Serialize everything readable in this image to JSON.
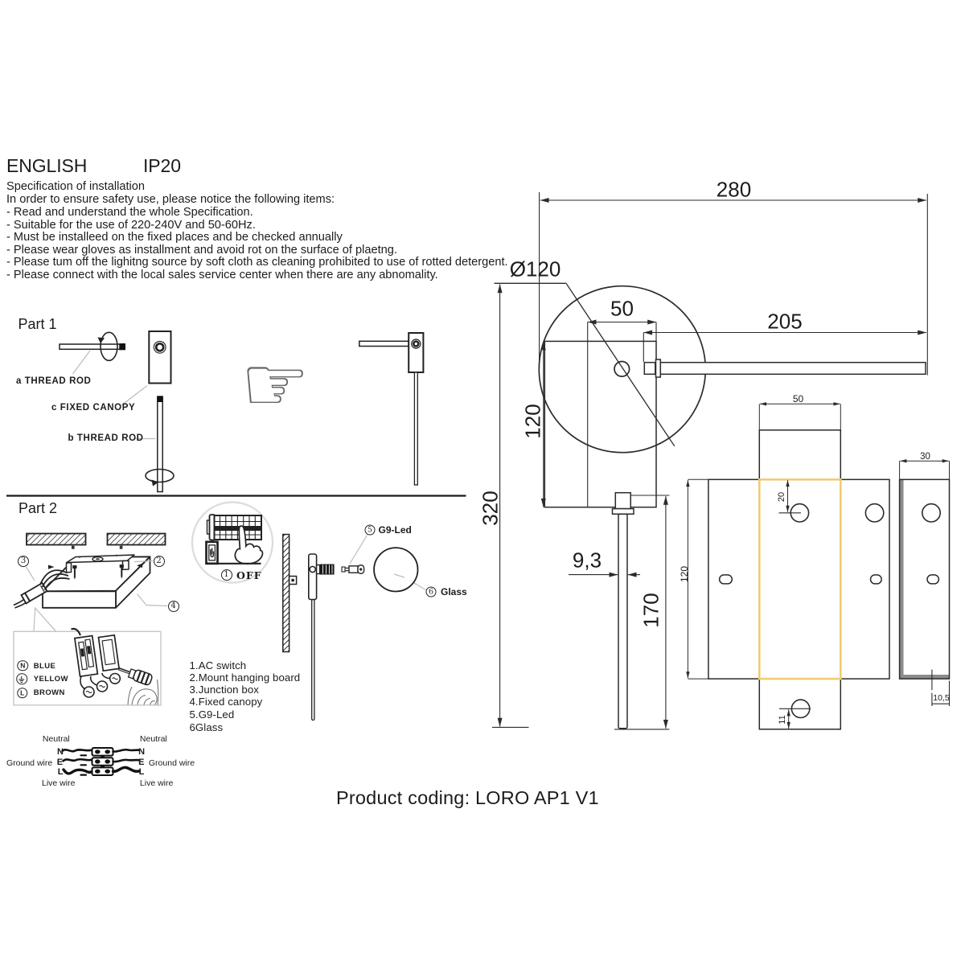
{
  "header": {
    "language": "ENGLISH",
    "ip_rating": "IP20"
  },
  "spec": {
    "title": "Specification of installation",
    "intro": "In order to ensure safety use, please notice the following items:",
    "items": [
      "- Read and understand the whole Specification.",
      "- Suitable for the use of 220-240V and 50-60Hz.",
      "- Must be installeed on the fixed places and be checked annually",
      "- Please wear gloves as installment and avoid rot on the surface of plaetng.",
      "- Please tum off the lighitng source by soft cloth as cleaning prohibited to use of rotted detergent.",
      "- Please connect with the local sales service center when there are any abnomality."
    ]
  },
  "part1": {
    "title": "Part 1",
    "label_a": "a THREAD ROD",
    "label_c": "c FIXED CANOPY",
    "label_b": "b THREAD ROD",
    "hand_icon": "☞"
  },
  "part2": {
    "title": "Part 2",
    "step1_number": "1",
    "step1_label": "OFF",
    "callout_2": "2",
    "callout_3": "3",
    "callout_4": "4",
    "callout_5": "5",
    "callout_6": "6",
    "g9_label": "G9-Led",
    "glass_label": "Glass",
    "legend": [
      {
        "symbol": "N",
        "label": "BLUE"
      },
      {
        "symbol": "earth",
        "label": "YELLOW"
      },
      {
        "symbol": "L",
        "label": "BROWN"
      }
    ],
    "parts_list": [
      "1.AC switch",
      "2.Mount hanging board",
      "3.Junction box",
      "4.Fixed canopy",
      "5.G9-Led",
      "6Glass"
    ]
  },
  "wiring": {
    "left": {
      "neutral": "Neutral",
      "n": "N",
      "ground": "Ground wire",
      "e": "E",
      "l": "L",
      "live": "Live wire"
    },
    "right": {
      "neutral": "Neutral",
      "n": "N",
      "ground": "Ground wire",
      "e": "E",
      "l": "L",
      "live": "Live wire"
    }
  },
  "drawing": {
    "dims": {
      "overall_width": "280",
      "arm_length": "205",
      "board_width": "50",
      "canopy_height": "120",
      "diameter": "Ø120",
      "overall_height": "320",
      "rod_diameter": "9,3",
      "rod_length": "170"
    },
    "plate": {
      "tab_width": "50",
      "height": "120",
      "hole_top_offset": "20",
      "hole_bottom_offset": "11"
    },
    "side": {
      "width": "30",
      "hole_edge_offset": "10,5"
    }
  },
  "footer": {
    "product_coding": "Product coding: LORO AP1 V1"
  },
  "colors": {
    "highlight": "#eecd72",
    "line": "#2b2b2b",
    "leader": "#bcbcbc"
  }
}
